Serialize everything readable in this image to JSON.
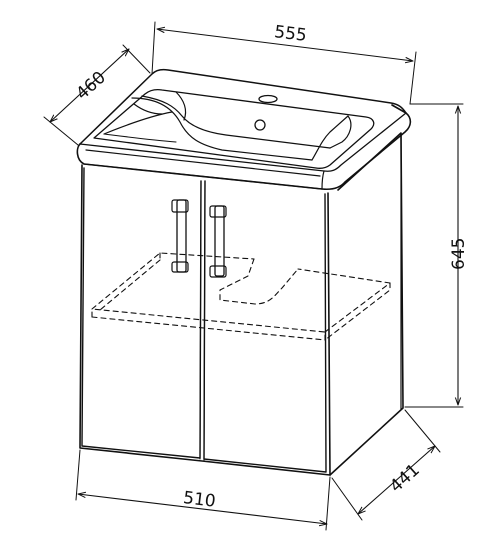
{
  "dimensions": {
    "top_width": "555",
    "top_depth": "460",
    "height": "645",
    "base_width": "510",
    "base_depth": "441"
  }
}
